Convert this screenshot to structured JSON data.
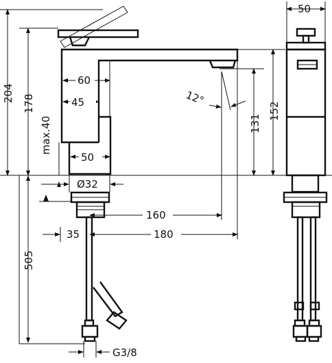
{
  "dimensions": {
    "overall_height": "204",
    "spout_height": "178",
    "max_thickness": "max.40",
    "lever_width": "60",
    "body_width": "45",
    "base_width": "50",
    "hole_diameter": "Ø32",
    "spout_tip_height": "131",
    "body_height": "152",
    "side_width": "50",
    "reach_160": "160",
    "reach_180": "180",
    "offset_35": "35",
    "below_deck": "505",
    "thread": "G3/8",
    "angle": "12°"
  }
}
